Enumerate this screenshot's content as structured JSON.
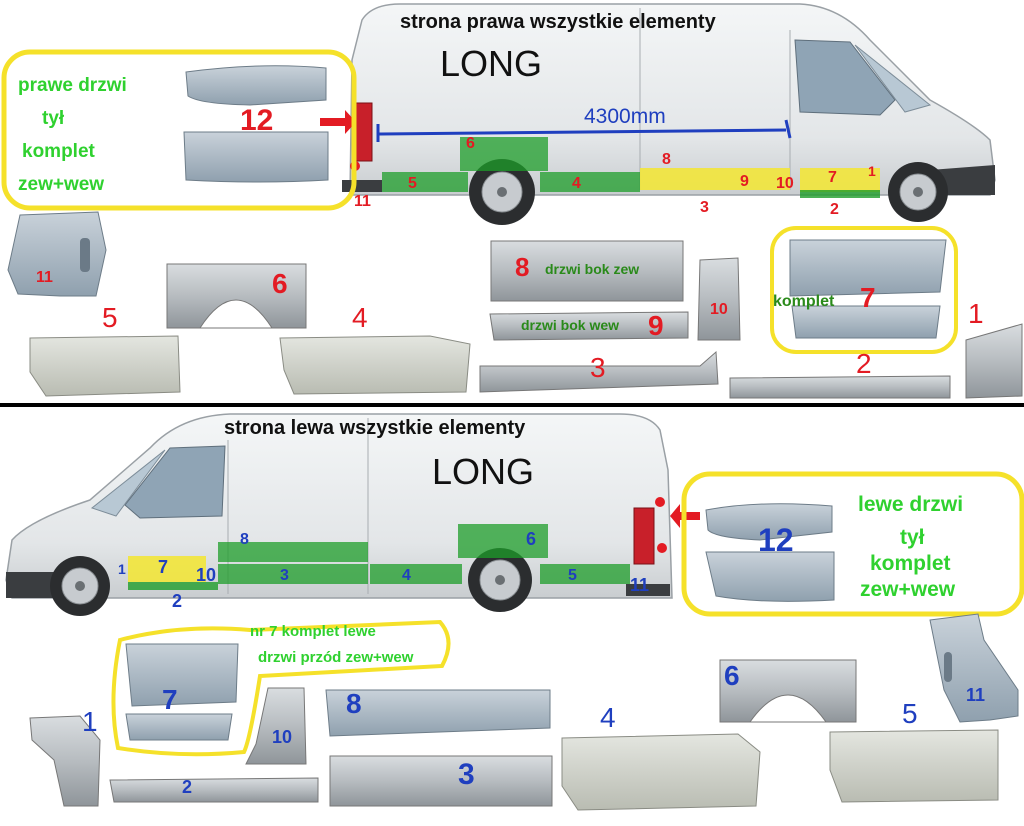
{
  "top": {
    "title": "strona prawa wszystkie elementy",
    "long": "LONG",
    "length": "4300mm",
    "door_note": [
      "prawe drzwi",
      "tył",
      "komplet",
      "zew+wew"
    ],
    "labels_red": [
      "12",
      "6",
      "8",
      "5",
      "4",
      "9",
      "10",
      "7",
      "1",
      "11",
      "3",
      "2"
    ],
    "parts": {
      "p11": "11",
      "p6": "6",
      "p5": "5",
      "p4": "4",
      "p8": "8",
      "p8_text": "drzwi bok zew",
      "p9": "9",
      "p9_text": "drzwi bok wew",
      "p10": "10",
      "p7": "7",
      "p7_text": "komplet",
      "p1": "1",
      "p3": "3",
      "p2": "2"
    }
  },
  "bottom": {
    "title": "strona lewa wszystkie elementy",
    "long": "LONG",
    "door_note": [
      "lewe drzwi",
      "tył",
      "komplet",
      "zew+wew"
    ],
    "labels_blue": [
      "8",
      "6",
      "1",
      "7",
      "10",
      "3",
      "4",
      "5",
      "11",
      "2",
      "12"
    ],
    "front_note": [
      "nr 7 komplet lewe",
      "drzwi przód zew+wew"
    ],
    "parts": {
      "p7": "7",
      "p1": "1",
      "p10": "10",
      "p2": "2",
      "p8": "8",
      "p3": "3",
      "p4": "4",
      "p6": "6",
      "p5": "5",
      "p11": "11"
    }
  },
  "colors": {
    "yellow_outline": "#f5e12a",
    "green_text": "#2fd12f",
    "highlight_green": "#1e9e2a",
    "highlight_yellow": "#f2e53a",
    "red_label": "#e31b23",
    "blue_label": "#1f3fbf",
    "divider": "#000000"
  }
}
